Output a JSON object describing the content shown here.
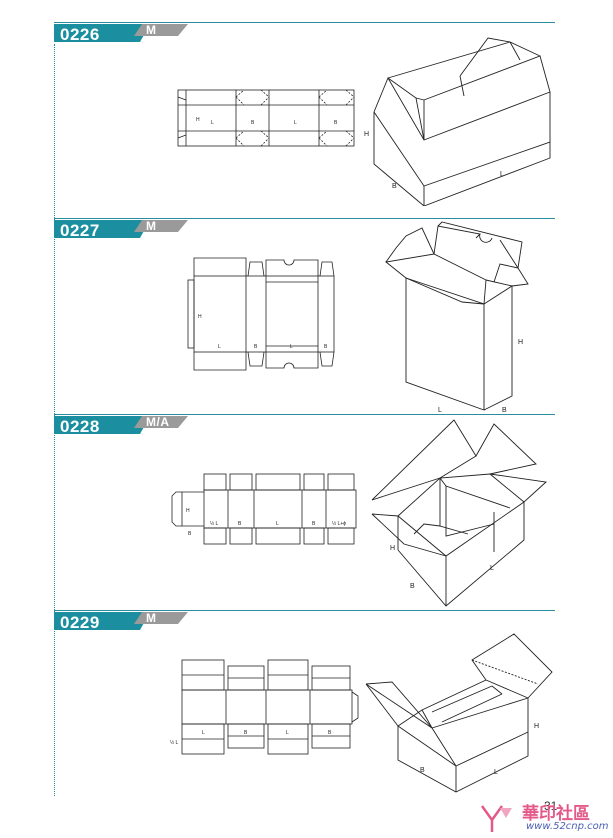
{
  "sections": [
    {
      "code": "0226",
      "type": "M",
      "net_labels": [
        "H",
        "L",
        "B",
        "L",
        "B"
      ],
      "box_labels": {
        "h": "H",
        "b": "B",
        "l": "L"
      }
    },
    {
      "code": "0227",
      "type": "M",
      "net_labels": [
        "H",
        "L",
        "B",
        "L",
        "B"
      ],
      "box_labels": {
        "h": "H",
        "b": "B",
        "l": "L"
      }
    },
    {
      "code": "0228",
      "type": "M/A",
      "net_labels": [
        "H",
        "B",
        "½ L",
        "B",
        "L",
        "B",
        "½ L+ɸ"
      ],
      "box_labels": {
        "h": "H",
        "b": "B",
        "l": "L"
      }
    },
    {
      "code": "0229",
      "type": "M",
      "net_labels": [
        "½ L",
        "L",
        "B",
        "L",
        "B"
      ],
      "box_labels": {
        "h": "H",
        "b": "B",
        "l": "L"
      }
    }
  ],
  "footer": {
    "page_number": "31",
    "watermark_text": "華印社區",
    "watermark_url": "www.52cnp.com"
  },
  "colors": {
    "accent": "#1b8fa0",
    "type_tab": "#9a9a9a",
    "rule": "#2a8c9c"
  }
}
